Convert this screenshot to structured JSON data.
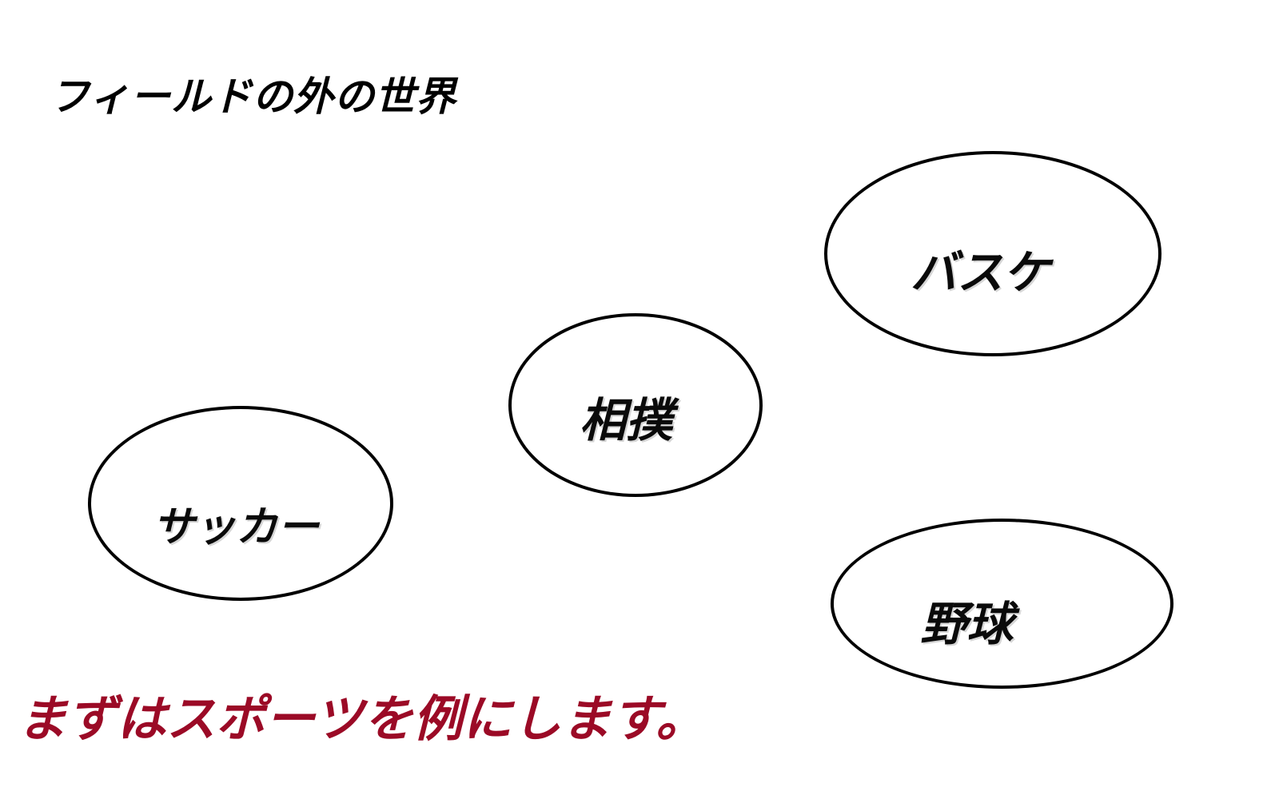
{
  "slide": {
    "title": "フィールドの外の世界",
    "caption": "まずはスポーツを例にします。",
    "background_color": "#ffffff",
    "title_color": "#000000",
    "caption_color": "#9b0a26",
    "outline_color": "#000000"
  },
  "nodes": [
    {
      "id": "soccer",
      "label": "サッカー"
    },
    {
      "id": "sumo",
      "label": "相撲"
    },
    {
      "id": "basket",
      "label": "バスケ"
    },
    {
      "id": "baseball",
      "label": "野球"
    }
  ]
}
